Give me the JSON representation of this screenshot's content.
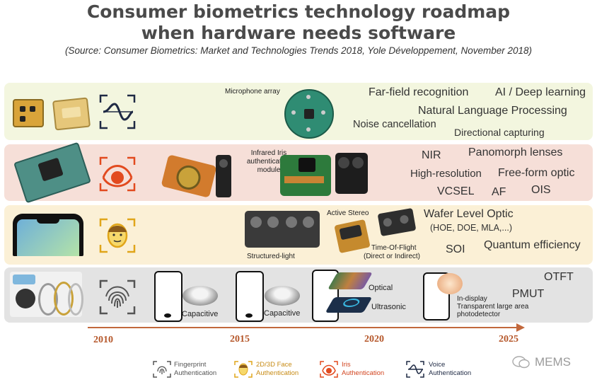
{
  "title_line1": "Consumer biometrics technology roadmap",
  "title_line2": "when hardware needs software",
  "source": "(Source: Consumer Biometrics: Market and Technologies Trends 2018, Yole Développement, November 2018)",
  "colors": {
    "voice_band": "#f3f6df",
    "iris_band": "#f6dfd8",
    "face_band": "#fbf0d6",
    "fingerprint_band": "#e3e3e3",
    "timeline": "#c2683c",
    "year": "#b5572a"
  },
  "voice": {
    "label_mic_array": "Microphone array",
    "techs": [
      "Far-field recognition",
      "AI / Deep learning",
      "Natural Language Processing",
      "Noise cancellation",
      "Directional capturing"
    ]
  },
  "iris": {
    "label_module": "Infrared Iris authentication module",
    "techs": [
      "NIR",
      "Panomorph lenses",
      "High-resolution",
      "Free-form optic",
      "VCSEL",
      "AF",
      "OIS"
    ]
  },
  "face": {
    "label_active_stereo": "Active Stereo",
    "label_structured_light": "Structured-light",
    "label_tof": "Time-Of-Flight",
    "label_tof_sub": "(Direct or Indirect)",
    "techs": [
      "Wafer Level Optic",
      "(HOE, DOE, MLA,...)",
      "SOI",
      "Quantum efficiency"
    ]
  },
  "fingerprint": {
    "label_capacitive_1": "Capacitive",
    "label_capacitive_2": "Capacitive",
    "label_optical": "Optical",
    "label_ultrasonic": "Ultrasonic",
    "label_indisplay_1": "In-display",
    "label_indisplay_2": "Transparent large area",
    "label_indisplay_3": "photodetector",
    "techs": [
      "OTFT",
      "PMUT"
    ]
  },
  "timeline": {
    "years": [
      "2010",
      "2015",
      "2020",
      "2025"
    ]
  },
  "legend": [
    {
      "line1": "Fingerprint",
      "line2": "Authentication",
      "icon": "fingerprint-icon"
    },
    {
      "line1": "2D/3D Face",
      "line2": "Authentication",
      "icon": "face-icon"
    },
    {
      "line1": "Iris",
      "line2": "Authentication",
      "icon": "iris-icon"
    },
    {
      "line1": "Voice",
      "line2": "Authentication",
      "icon": "voice-icon"
    }
  ],
  "watermark": "MEMS"
}
